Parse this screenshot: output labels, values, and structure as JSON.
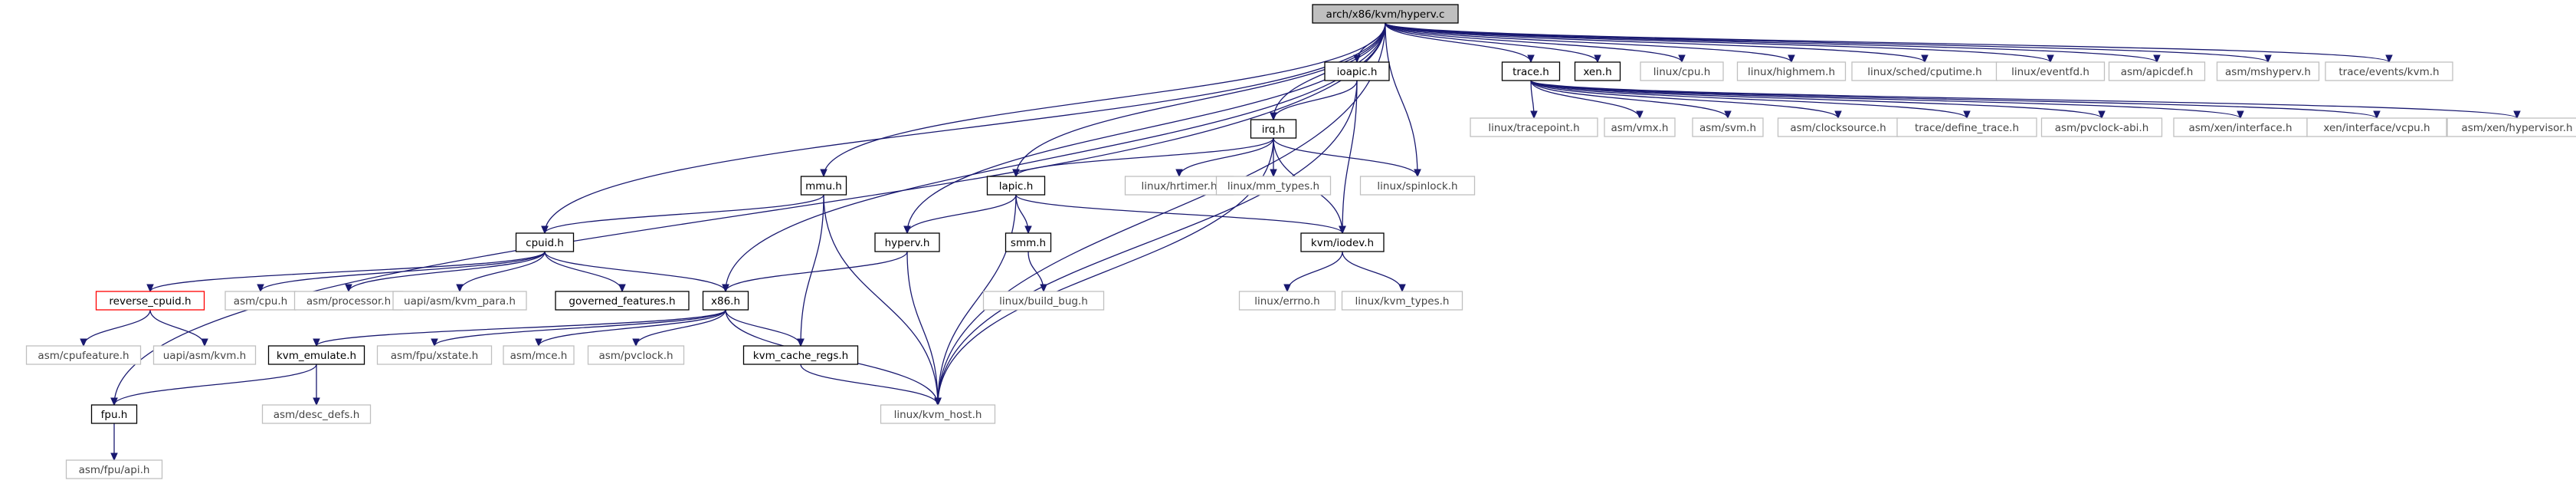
{
  "graph": {
    "title": "arch/x86/kvm/hyperv.c",
    "colors": {
      "edge": "#191970",
      "root_fill": "#bfbfbf",
      "linked_border": "#000000",
      "external_border": "#bfbfbf",
      "highlight_border": "#ff0000"
    },
    "nodes": [
      {
        "id": "root",
        "label": "arch/x86/kvm/hyperv.c",
        "style": "root"
      },
      {
        "id": "fpu",
        "label": "fpu.h",
        "style": "linked"
      },
      {
        "id": "fpuapi",
        "label": "asm/fpu/api.h",
        "style": "external"
      },
      {
        "id": "cpuid",
        "label": "cpuid.h",
        "style": "linked"
      },
      {
        "id": "revcpuid",
        "label": "reverse_cpuid.h",
        "style": "highlight"
      },
      {
        "id": "asmcpufeature",
        "label": "asm/cpufeature.h",
        "style": "external"
      },
      {
        "id": "uapikvm",
        "label": "uapi/asm/kvm.h",
        "style": "external"
      },
      {
        "id": "asmcpu",
        "label": "asm/cpu.h",
        "style": "external"
      },
      {
        "id": "asmproc",
        "label": "asm/processor.h",
        "style": "external"
      },
      {
        "id": "uapikvmpara",
        "label": "uapi/asm/kvm_para.h",
        "style": "external"
      },
      {
        "id": "govfeat",
        "label": "governed_features.h",
        "style": "linked"
      },
      {
        "id": "x86",
        "label": "x86.h",
        "style": "linked"
      },
      {
        "id": "kvmemu",
        "label": "kvm_emulate.h",
        "style": "linked"
      },
      {
        "id": "descdefs",
        "label": "asm/desc_defs.h",
        "style": "external"
      },
      {
        "id": "xstate",
        "label": "asm/fpu/xstate.h",
        "style": "external"
      },
      {
        "id": "mce",
        "label": "asm/mce.h",
        "style": "external"
      },
      {
        "id": "pvclock",
        "label": "asm/pvclock.h",
        "style": "external"
      },
      {
        "id": "kvmcache",
        "label": "kvm_cache_regs.h",
        "style": "linked"
      },
      {
        "id": "kvmhost",
        "label": "linux/kvm_host.h",
        "style": "external"
      },
      {
        "id": "mmu",
        "label": "mmu.h",
        "style": "linked"
      },
      {
        "id": "hyperv",
        "label": "hyperv.h",
        "style": "linked"
      },
      {
        "id": "lapic",
        "label": "lapic.h",
        "style": "linked"
      },
      {
        "id": "smm",
        "label": "smm.h",
        "style": "linked"
      },
      {
        "id": "buildbug",
        "label": "linux/build_bug.h",
        "style": "external"
      },
      {
        "id": "kvmiodev",
        "label": "kvm/iodev.h",
        "style": "linked"
      },
      {
        "id": "errno",
        "label": "linux/errno.h",
        "style": "external"
      },
      {
        "id": "kvmtypes",
        "label": "linux/kvm_types.h",
        "style": "external"
      },
      {
        "id": "ioapic",
        "label": "ioapic.h",
        "style": "linked"
      },
      {
        "id": "irq",
        "label": "irq.h",
        "style": "linked"
      },
      {
        "id": "hrtimer",
        "label": "linux/hrtimer.h",
        "style": "external"
      },
      {
        "id": "mmtypes",
        "label": "linux/mm_types.h",
        "style": "external"
      },
      {
        "id": "spinlock",
        "label": "linux/spinlock.h",
        "style": "external"
      },
      {
        "id": "trace",
        "label": "trace.h",
        "style": "linked"
      },
      {
        "id": "tracepoint",
        "label": "linux/tracepoint.h",
        "style": "external"
      },
      {
        "id": "vmx",
        "label": "asm/vmx.h",
        "style": "external"
      },
      {
        "id": "svm",
        "label": "asm/svm.h",
        "style": "external"
      },
      {
        "id": "clocksource",
        "label": "asm/clocksource.h",
        "style": "external"
      },
      {
        "id": "definetrace",
        "label": "trace/define_trace.h",
        "style": "external"
      },
      {
        "id": "pvclockabi",
        "label": "asm/pvclock-abi.h",
        "style": "external"
      },
      {
        "id": "xeninterface",
        "label": "asm/xen/interface.h",
        "style": "external"
      },
      {
        "id": "xenvcpu",
        "label": "xen/interface/vcpu.h",
        "style": "external"
      },
      {
        "id": "xenhyp",
        "label": "asm/xen/hypervisor.h",
        "style": "external"
      },
      {
        "id": "xen",
        "label": "xen.h",
        "style": "linked"
      },
      {
        "id": "linuxcpu",
        "label": "linux/cpu.h",
        "style": "external"
      },
      {
        "id": "highmem",
        "label": "linux/highmem.h",
        "style": "external"
      },
      {
        "id": "cputime",
        "label": "linux/sched/cputime.h",
        "style": "external"
      },
      {
        "id": "eventfd",
        "label": "linux/eventfd.h",
        "style": "external"
      },
      {
        "id": "apicdef",
        "label": "asm/apicdef.h",
        "style": "external"
      },
      {
        "id": "mshyperv",
        "label": "asm/mshyperv.h",
        "style": "external"
      },
      {
        "id": "tracekvm",
        "label": "trace/events/kvm.h",
        "style": "external"
      }
    ],
    "edges": [
      [
        "root",
        "fpu"
      ],
      [
        "root",
        "cpuid"
      ],
      [
        "root",
        "x86"
      ],
      [
        "root",
        "mmu"
      ],
      [
        "root",
        "hyperv"
      ],
      [
        "root",
        "kvmhost"
      ],
      [
        "root",
        "lapic"
      ],
      [
        "root",
        "irq"
      ],
      [
        "root",
        "ioapic"
      ],
      [
        "root",
        "spinlock"
      ],
      [
        "root",
        "trace"
      ],
      [
        "root",
        "xen"
      ],
      [
        "root",
        "linuxcpu"
      ],
      [
        "root",
        "highmem"
      ],
      [
        "root",
        "cputime"
      ],
      [
        "root",
        "eventfd"
      ],
      [
        "root",
        "apicdef"
      ],
      [
        "root",
        "mshyperv"
      ],
      [
        "root",
        "tracekvm"
      ],
      [
        "fpu",
        "fpuapi"
      ],
      [
        "cpuid",
        "revcpuid"
      ],
      [
        "cpuid",
        "asmcpu"
      ],
      [
        "cpuid",
        "asmproc"
      ],
      [
        "cpuid",
        "uapikvmpara"
      ],
      [
        "cpuid",
        "govfeat"
      ],
      [
        "cpuid",
        "x86"
      ],
      [
        "revcpuid",
        "asmcpufeature"
      ],
      [
        "revcpuid",
        "uapikvm"
      ],
      [
        "x86",
        "kvmemu"
      ],
      [
        "x86",
        "xstate"
      ],
      [
        "x86",
        "mce"
      ],
      [
        "x86",
        "pvclock"
      ],
      [
        "x86",
        "kvmcache"
      ],
      [
        "x86",
        "kvmhost"
      ],
      [
        "kvmemu",
        "fpu"
      ],
      [
        "kvmemu",
        "descdefs"
      ],
      [
        "kvmcache",
        "kvmhost"
      ],
      [
        "mmu",
        "cpuid"
      ],
      [
        "mmu",
        "kvmcache"
      ],
      [
        "mmu",
        "kvmhost"
      ],
      [
        "hyperv",
        "x86"
      ],
      [
        "hyperv",
        "kvmhost"
      ],
      [
        "lapic",
        "hyperv"
      ],
      [
        "lapic",
        "smm"
      ],
      [
        "lapic",
        "kvmiodev"
      ],
      [
        "lapic",
        "kvmhost"
      ],
      [
        "smm",
        "buildbug"
      ],
      [
        "kvmiodev",
        "errno"
      ],
      [
        "kvmiodev",
        "kvmtypes"
      ],
      [
        "ioapic",
        "irq"
      ],
      [
        "ioapic",
        "kvmiodev"
      ],
      [
        "ioapic",
        "kvmhost"
      ],
      [
        "irq",
        "lapic"
      ],
      [
        "irq",
        "hrtimer"
      ],
      [
        "irq",
        "mmtypes"
      ],
      [
        "irq",
        "spinlock"
      ],
      [
        "irq",
        "kvmiodev"
      ],
      [
        "irq",
        "kvmhost"
      ],
      [
        "trace",
        "tracepoint"
      ],
      [
        "trace",
        "vmx"
      ],
      [
        "trace",
        "svm"
      ],
      [
        "trace",
        "clocksource"
      ],
      [
        "trace",
        "definetrace"
      ],
      [
        "trace",
        "pvclockabi"
      ],
      [
        "trace",
        "xeninterface"
      ],
      [
        "trace",
        "xenvcpu"
      ],
      [
        "trace",
        "xenhyp"
      ]
    ]
  }
}
